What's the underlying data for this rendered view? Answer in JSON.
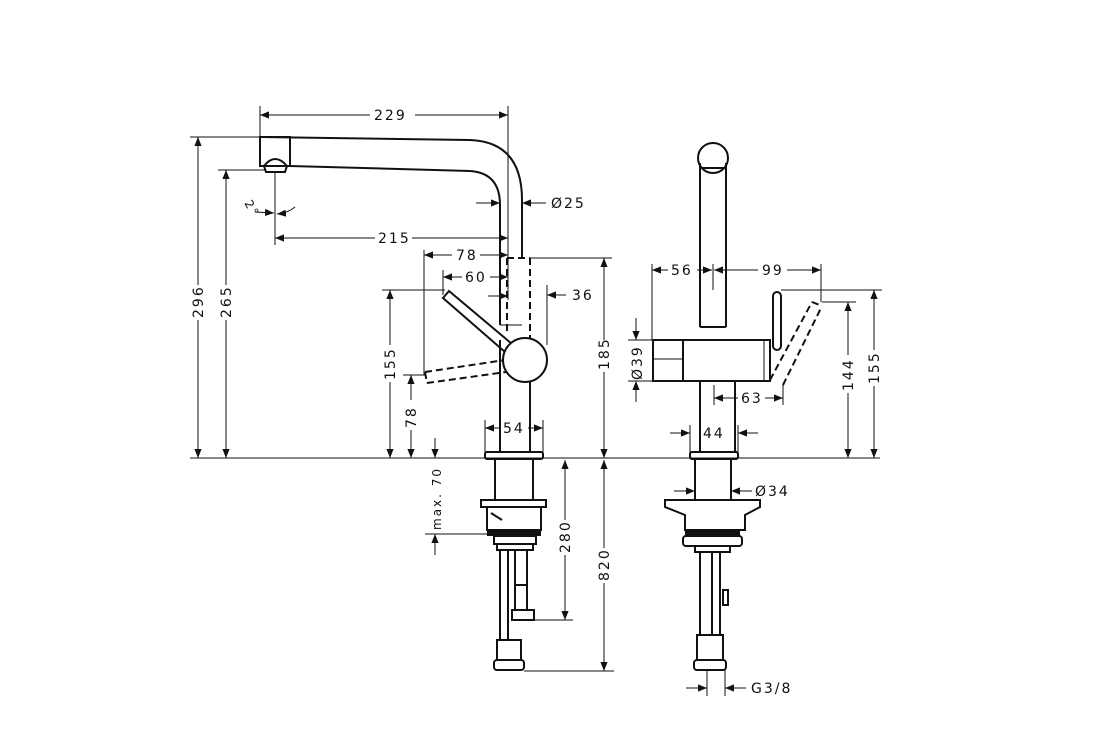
{
  "drawing": {
    "side_view": {
      "dims": {
        "spout_reach": "229",
        "total_height": "296",
        "outlet_height": "265",
        "angle": "2°",
        "outlet_reach": "215",
        "lever_reach_78": "78",
        "lever_reach_60": "60",
        "body_offset": "36",
        "spout_diameter": "Ø25",
        "body_height": "185",
        "lever_height": "155",
        "lever_low_height": "78",
        "base_diameter": "54",
        "max_deck": "max. 70",
        "hose_280": "280",
        "hose_820": "820"
      }
    },
    "front_view": {
      "dims": {
        "left_width": "56",
        "right_width": "99",
        "body_diameter": "Ø39",
        "lever_offset": "63",
        "stem_width": "44",
        "lever_height_144": "144",
        "lever_height_155": "155",
        "shank_diameter": "Ø34",
        "connection": "G3/8"
      }
    }
  }
}
